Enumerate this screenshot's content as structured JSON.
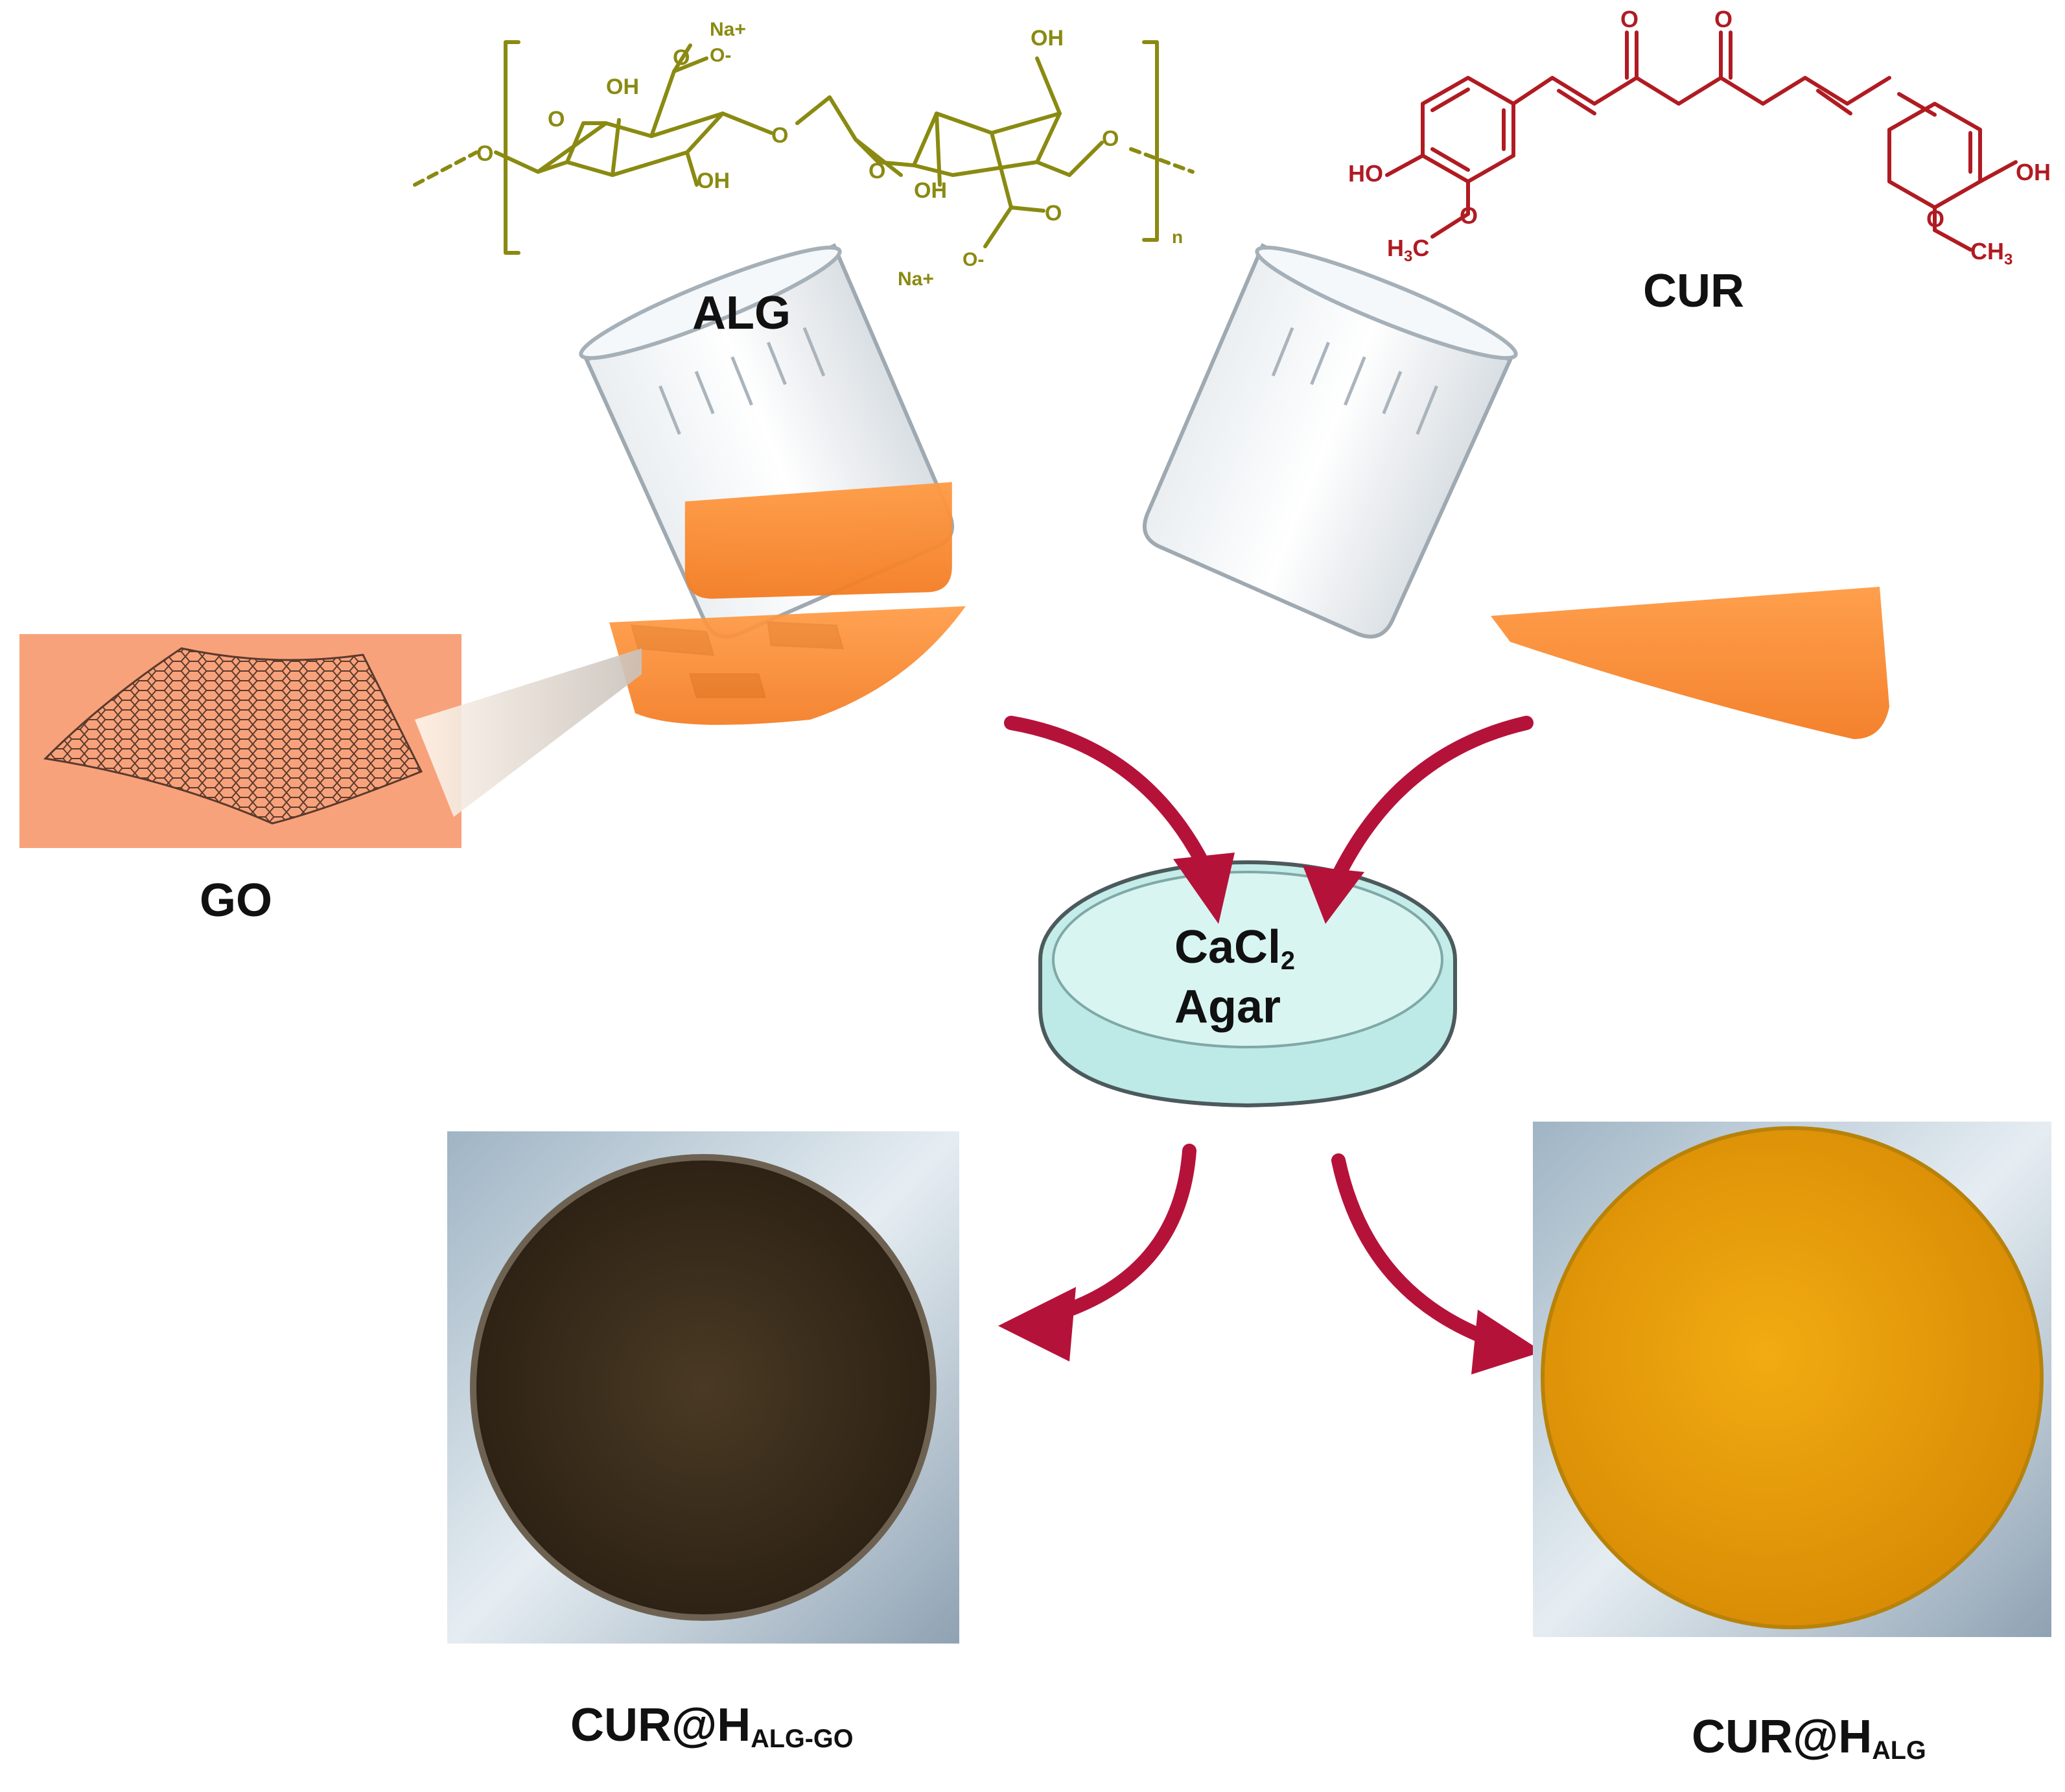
{
  "labels": {
    "alg": "ALG",
    "cur": "CUR",
    "go": "GO",
    "cacl_main": "CaCl",
    "cacl_sub": "2",
    "agar": "Agar",
    "product_go_main": "CUR@H",
    "product_go_sub": "ALG-GO",
    "product_alg_main": "CUR@H",
    "product_alg_sub": "ALG"
  },
  "alg_structure": {
    "oh_labels": [
      "OH",
      "OH",
      "OH",
      "OH"
    ],
    "na1": "Na+",
    "na2": "Na+",
    "o_minus_1": "O-",
    "o_minus_2": "O-",
    "o_atoms": [
      "O",
      "O",
      "O",
      "O",
      "O",
      "O",
      "O"
    ],
    "repeat_index": "n"
  },
  "cur_structure": {
    "ho_left": "HO",
    "oh_right": "OH",
    "o_top_1": "O",
    "o_top_2": "O",
    "o_left": "O",
    "o_right": "O",
    "h3c": "H",
    "h3c_sub": "3",
    "h3c_c": "C",
    "ch3": "CH",
    "ch3_sub": "3"
  },
  "colors": {
    "alg": "#8a8a12",
    "cur": "#b01b22",
    "arrow": "#b5123a",
    "liquid": "#f58a3a",
    "go_panel": "#f8a27c",
    "dish": "#bde9e6",
    "product_go": "#3a2c1a",
    "product_alg": "#e9a20e"
  }
}
